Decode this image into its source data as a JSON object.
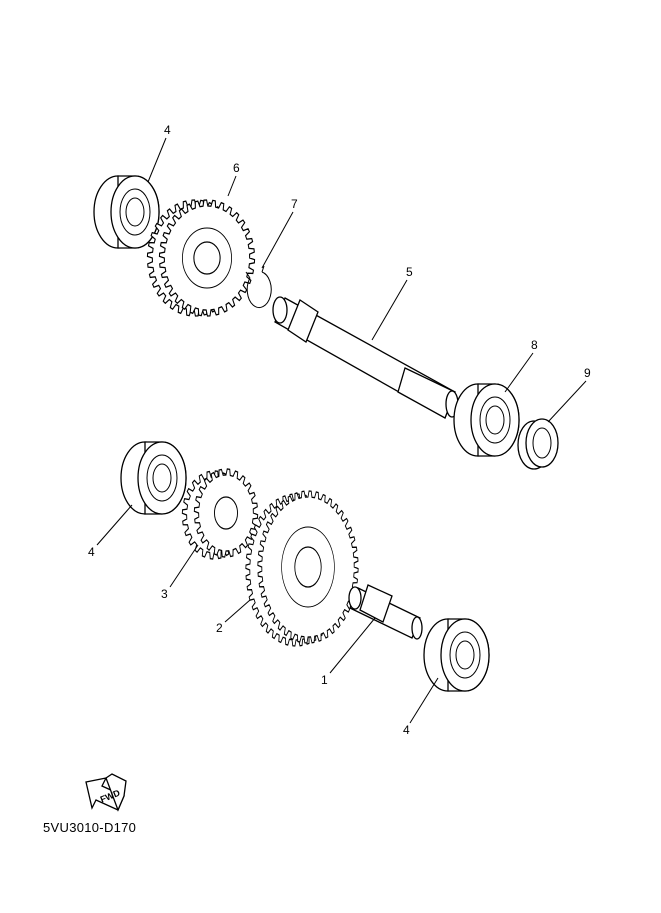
{
  "diagram_code": "5VU3010-D170",
  "fwd_icon_text": "FWD",
  "callouts": {
    "bearing_top": "4",
    "gear_6": "6",
    "circlip_7": "7",
    "main_shaft_5": "5",
    "bearing_8": "8",
    "oil_seal_9": "9",
    "bearing_left": "4",
    "gear_3": "3",
    "gear_2": "2",
    "shaft_1": "1",
    "bearing_bottom": "4"
  }
}
